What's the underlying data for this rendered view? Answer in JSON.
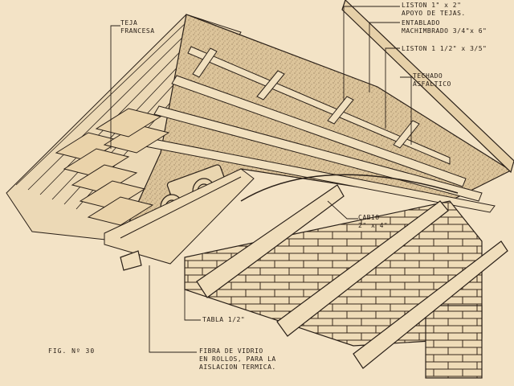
{
  "figure": "FIG. Nº 30",
  "labels": {
    "teja": [
      "TEJA",
      "FRANCESA"
    ],
    "liston_apoyo": [
      "LISTON  1\" x 2\"",
      "APOYO DE TEJAS."
    ],
    "entablado": [
      "ENTABLADO",
      "MACHIMBRADO 3/4\"x 6\""
    ],
    "liston_2": [
      "LISTON  1 1/2\" x 3/5\""
    ],
    "techado": [
      "TECHADO",
      "ASFALTICO"
    ],
    "cabio": [
      "CABIO",
      "2\" x 4\""
    ],
    "tabla": [
      "TABLA  1/2\""
    ],
    "fibra": [
      "FIBRA DE VIDRIO",
      "EN ROLLOS, PARA LA",
      "AISLACION TERMICA."
    ]
  },
  "colors": {
    "paper": "#f3e3c6",
    "ink": "#2a2018",
    "wood": "#ead7b4",
    "insulation": "#d9c196"
  }
}
